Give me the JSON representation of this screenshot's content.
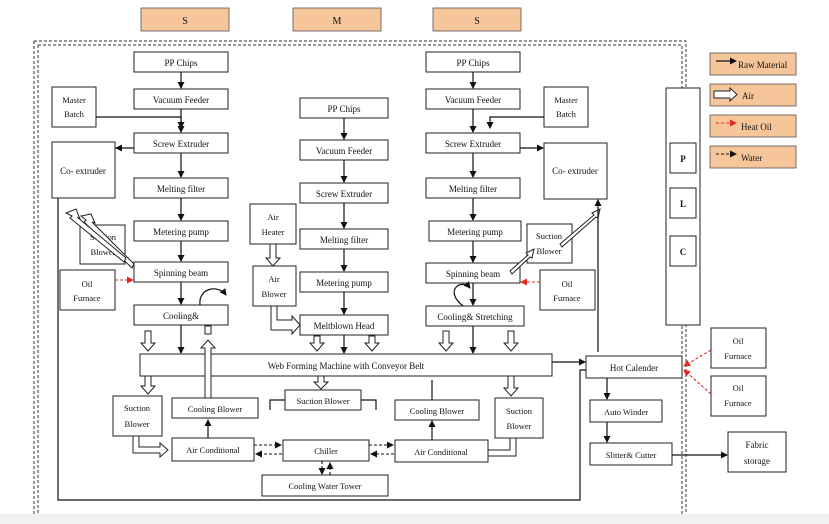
{
  "headers": {
    "left": "S",
    "middle": "M",
    "right": "S"
  },
  "legend": {
    "raw_material": "Raw Material",
    "air": "Air",
    "heat_oil": "Heat Oil",
    "water": "Water"
  },
  "plc": {
    "p": "P",
    "l": "L",
    "c": "C"
  },
  "left_line": {
    "pp_chips": "PP Chips",
    "vacuum_feeder": "Vacuum Feeder",
    "master_batch": [
      "Master",
      "Batch"
    ],
    "screw_extruder": "Screw Extruder",
    "co_extruder": "Co- extruder",
    "melting_filter": "Melting filter",
    "metering_pump": "Metering pump",
    "suction_blower": [
      "Suction",
      "Blower"
    ],
    "spinning_beam": "Spinning beam",
    "oil_furnace": [
      "Oil",
      "Furnace"
    ],
    "cooling": "Cooling&"
  },
  "middle_line": {
    "pp_chips": "PP Chips",
    "vacuum_feeder": "Vacuum Feeder",
    "screw_extruder": "Screw Extruder",
    "air_heater": [
      "Air",
      "Heater"
    ],
    "melting_filter": "Melting filter",
    "air_blower": [
      "Air",
      "Blower"
    ],
    "metering_pump": "Metering pump",
    "meltblown_head": "Meltblown Head"
  },
  "right_line": {
    "pp_chips": "PP Chips",
    "vacuum_feeder": "Vacuum Feeder",
    "master_batch": [
      "Master",
      "Batch"
    ],
    "screw_extruder": "Screw Extruder",
    "co_extruder": "Co- extruder",
    "melting_filter": "Melting filter",
    "metering_pump": "Metering pump",
    "suction_blower": [
      "Suction",
      "Blower"
    ],
    "spinning_beam": "Spinning beam",
    "oil_furnace": [
      "Oil",
      "Furnace"
    ],
    "cooling": "Cooling& Stretching"
  },
  "web_forming": "Web Forming Machine with Conveyor Belt",
  "lower": {
    "suction_blower_left": [
      "Suction",
      "Blower"
    ],
    "cooling_blower_left": "Cooling Blower",
    "suction_blower_mid": "Suction Blower",
    "cooling_blower_right": "Cooling Blower",
    "suction_blower_right": [
      "Suction",
      "Blower"
    ],
    "air_conditional_left": "Air Conditional",
    "chiller": "Chiller",
    "air_conditional_right": "Air Conditional",
    "cooling_water_tower": "Cooling Water Tower"
  },
  "finishing": {
    "hot_calender": "Hot Calender",
    "oil_furnace_top": [
      "Oil",
      "Furnace"
    ],
    "oil_furnace_bottom": [
      "Oil",
      "Furnace"
    ],
    "auto_winder": "Auto Winder",
    "slitter_cutter": "Slitter& Cutter",
    "fabric_storage": [
      "Fabric",
      "storage"
    ]
  }
}
